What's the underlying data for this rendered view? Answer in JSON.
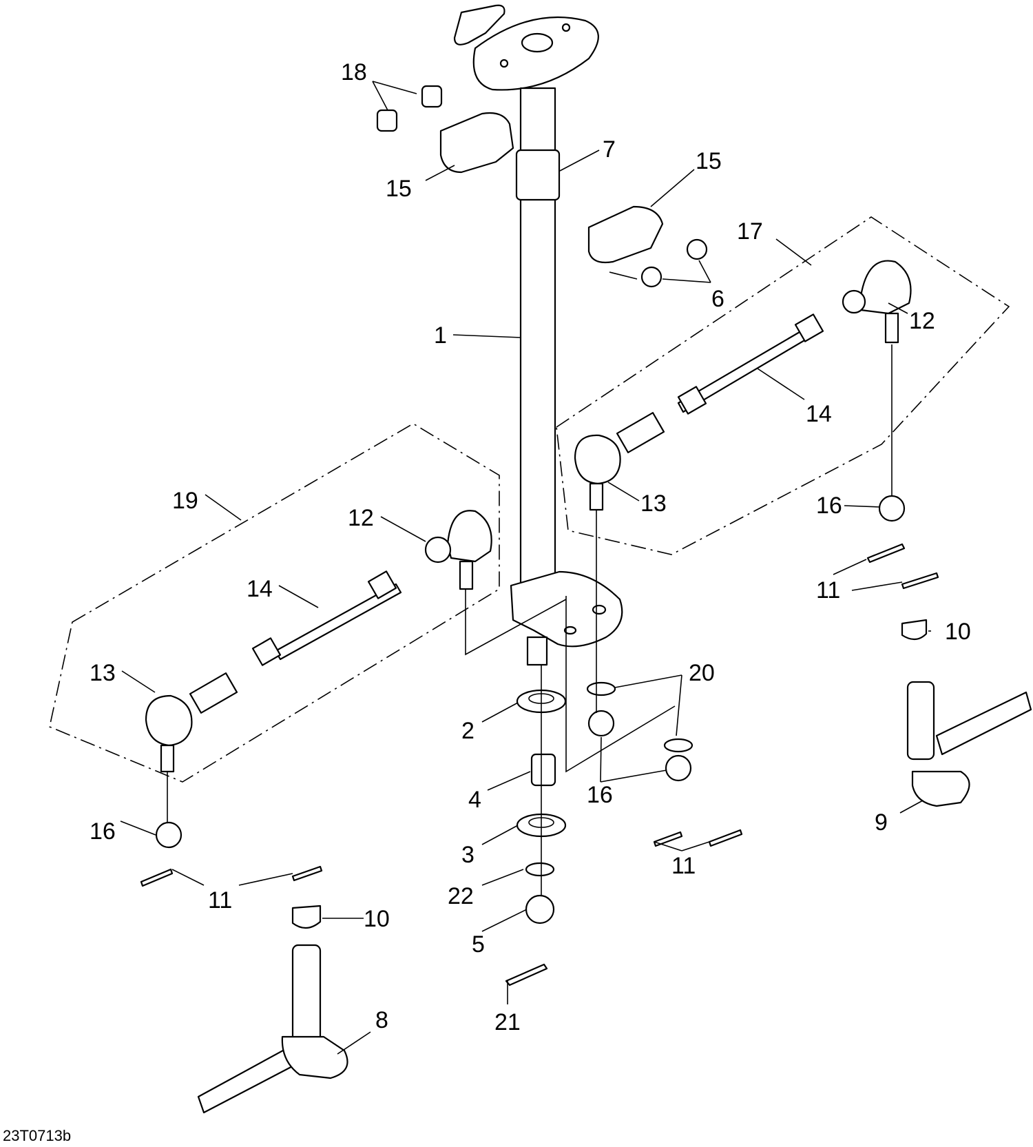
{
  "figure_ref": "23T0713b",
  "callouts": [
    "18",
    "15",
    "7",
    "15",
    "17",
    "6",
    "1",
    "12",
    "14",
    "13",
    "16",
    "11",
    "10",
    "19",
    "12",
    "14",
    "13",
    "20",
    "2",
    "16",
    "4",
    "9",
    "16",
    "3",
    "11",
    "22",
    "11",
    "10",
    "5",
    "8",
    "21"
  ],
  "colors": {
    "line": "#000000",
    "background": "#ffffff"
  }
}
